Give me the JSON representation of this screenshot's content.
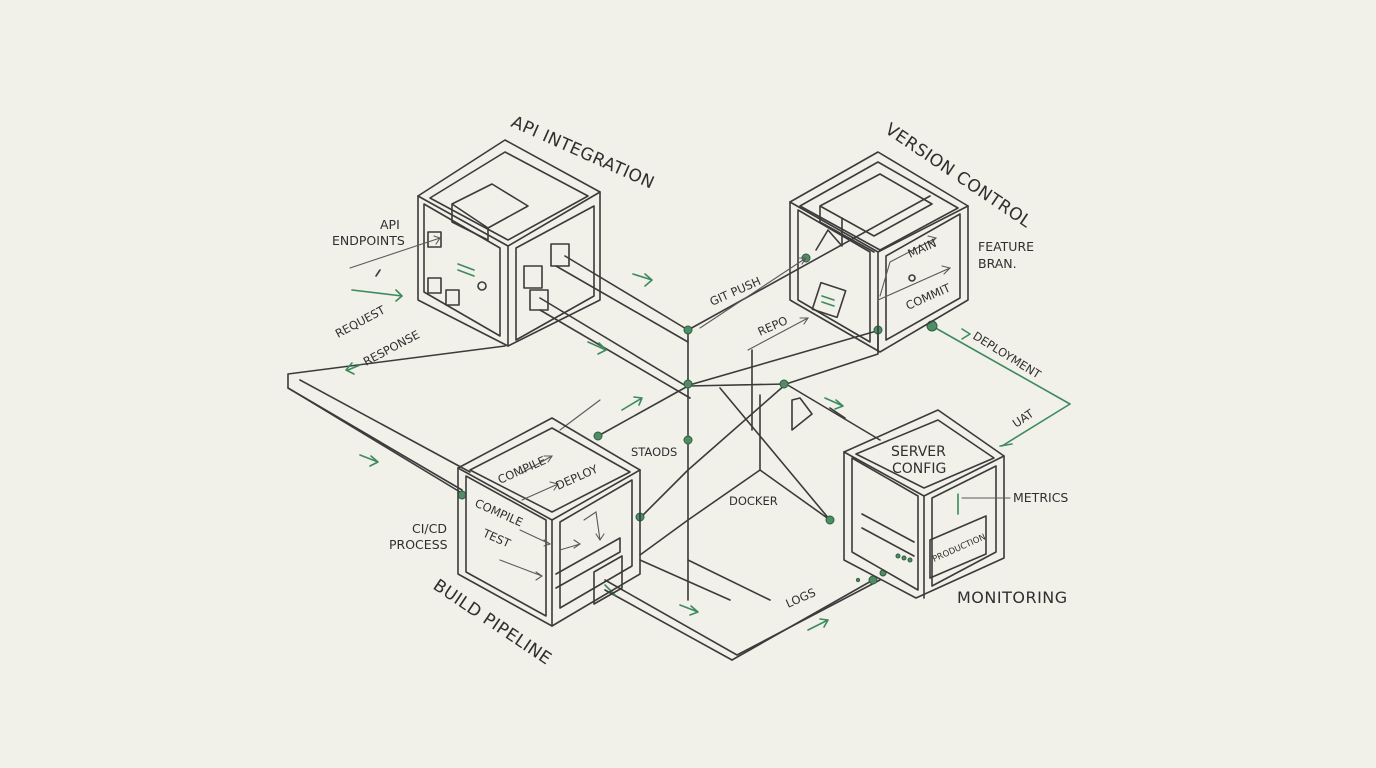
{
  "colors": {
    "ink": "#3b3b3b",
    "accent_green": "#3e8a5e",
    "paper": "#f1f0e9"
  },
  "modules": {
    "api": {
      "title": "API INTEGRATION",
      "endpoints_line1": "API",
      "endpoints_line2": "ENDPOINTS",
      "request": "REQUEST",
      "response": "RESPONSE"
    },
    "version": {
      "title": "VERSION CONTROL",
      "main": "MAIN",
      "commit": "COMMIT",
      "feature_line1": "FEATURE",
      "feature_line2": "BRAN.",
      "git_push": "GIT PUSH",
      "repo": "REPO"
    },
    "build": {
      "title": "BUILD PIPELINE",
      "compile_top": "COMPILE",
      "deploy": "DEPLOY",
      "compile_side": "COMPILE",
      "test": "TEST",
      "cicd_line1": "CI/CD",
      "cicd_line2": "PROCESS"
    },
    "monitoring": {
      "title": "MONITORING",
      "server_line1": "SERVER",
      "server_line2": "CONFIG",
      "metrics": "METRICS",
      "production": "PRODUCTION"
    }
  },
  "connectors": {
    "deployment": "DEPLOYMENT",
    "uat": "UAT",
    "stages": "STAODS",
    "docker": "DOCKER",
    "logs": "LOGS"
  }
}
